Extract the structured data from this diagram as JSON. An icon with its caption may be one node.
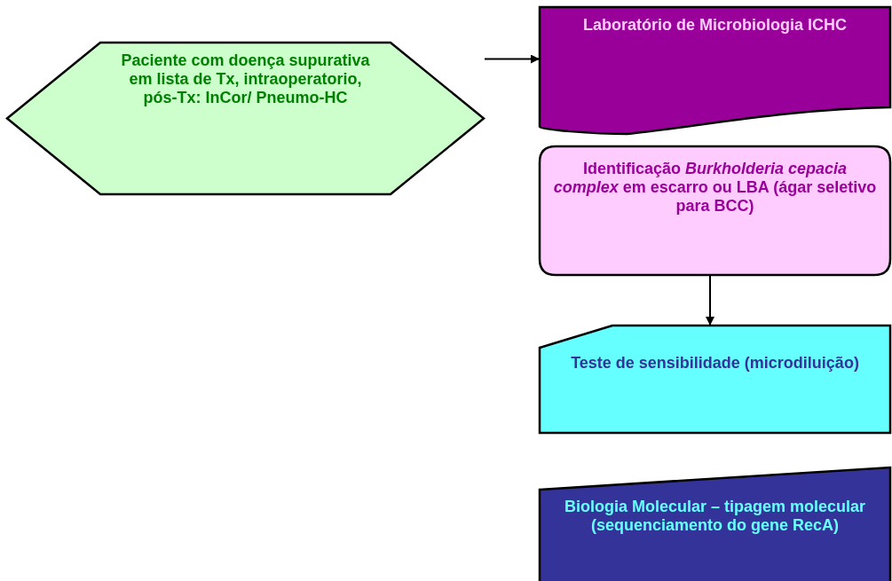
{
  "diagram": {
    "nodes": [
      {
        "text": [
          "Paciente com doença supurativa em lista de Tx, intraoperatorio, pós-Tx: InCor/ Pneumo-HC"
        ]
      },
      {
        "text": [
          "Laboratório de Microbiologia ICHC"
        ]
      },
      {
        "text": [
          "Identificação *Burkholderia cepacia complex* em escarro ou LBA (ágar seletivo para BCC)"
        ]
      },
      {
        "text": [
          "Teste de sensibilidade (microdiluição)"
        ]
      },
      {
        "text": [
          "Biologia Molecular – tipagem molecular (sequenciamento do gene RecA)"
        ]
      }
    ],
    "edges": [
      {
        "from": 0,
        "to": 1,
        "arrow": "to"
      },
      {
        "from": 2,
        "to": 3,
        "arrow": "to"
      }
    ]
  }
}
